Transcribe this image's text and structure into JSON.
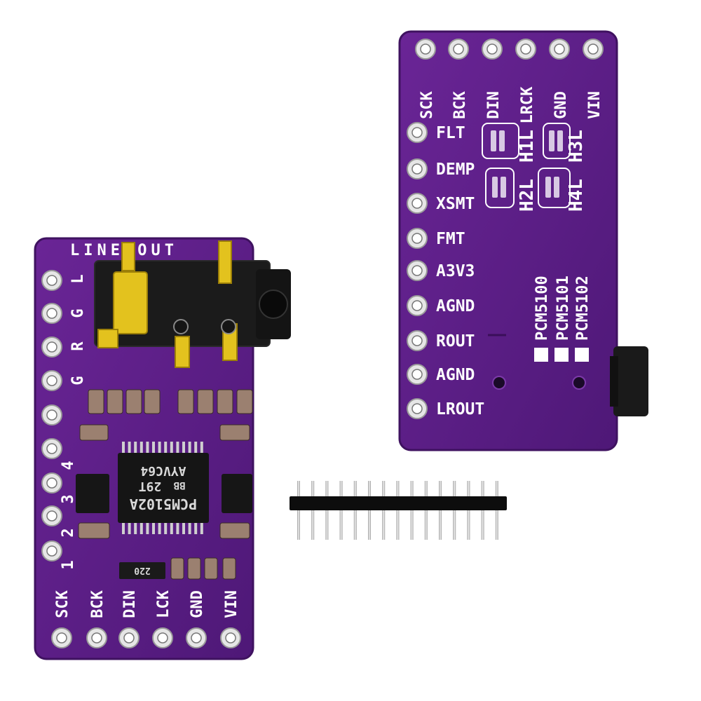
{
  "board_back": {
    "top_pins": [
      "SCK",
      "BCK",
      "DIN",
      "LRCK",
      "GND",
      "VIN"
    ],
    "side_pins": [
      "FLT",
      "DEMP",
      "XSMT",
      "FMT",
      "A3V3",
      "AGND",
      "ROUT",
      "AGND",
      "LROUT"
    ],
    "jumpers": [
      "H1L",
      "H3L",
      "H2L",
      "H4L"
    ],
    "variants": [
      "PCM5100",
      "PCM5101",
      "PCM5102"
    ]
  },
  "board_front": {
    "header_label": "LINE OUT",
    "jack_pins": [
      "L",
      "G",
      "R",
      "G"
    ],
    "bottom_pins": [
      "SCK",
      "BCK",
      "DIN",
      "LCK",
      "GND",
      "VIN"
    ],
    "pad_numbers": [
      "4",
      "3",
      "2",
      "1"
    ],
    "chip_lines": [
      "PCM5102A",
      "29T",
      "BB",
      "AYVC64"
    ],
    "resistor_code": "220"
  },
  "colors": {
    "pcb": "#5c1f86",
    "pcb_edge": "#3f1260",
    "silkscreen": "#ffffff",
    "gold": "#e3c21e",
    "pin_metal": "#cfcfcf"
  }
}
